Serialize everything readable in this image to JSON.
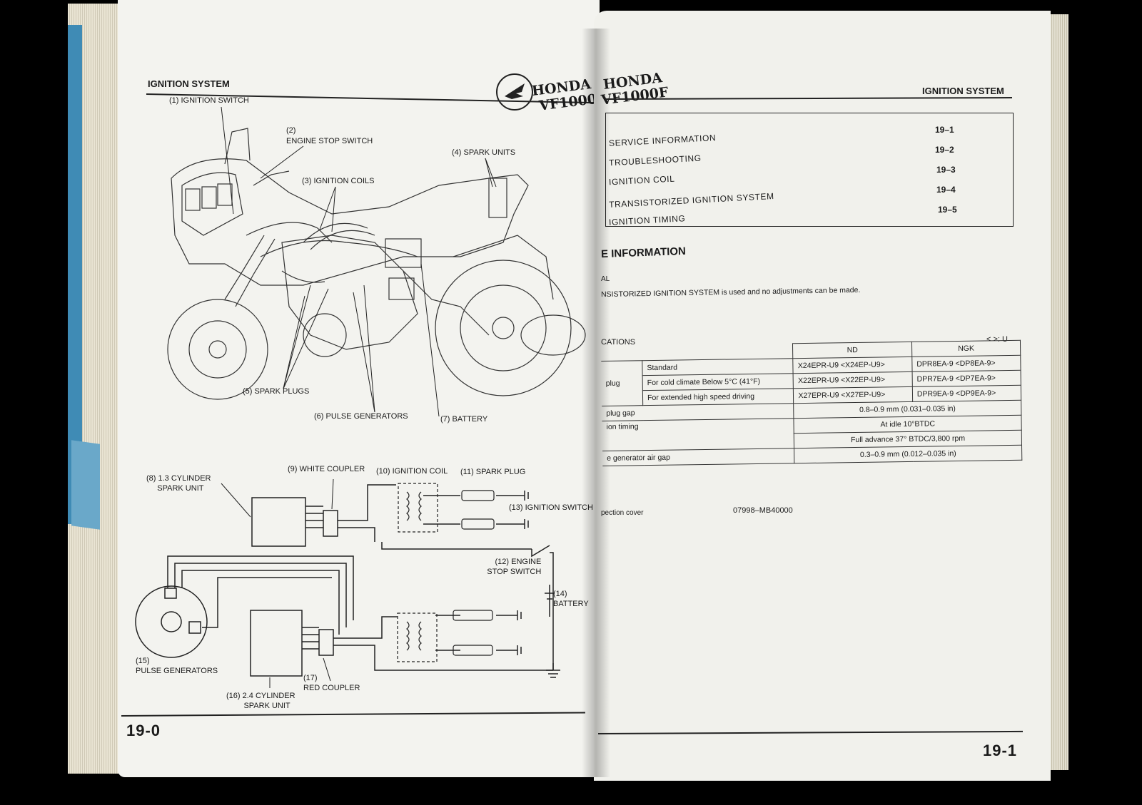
{
  "left_page": {
    "header": "IGNITION SYSTEM",
    "logo_brand": "HONDA",
    "logo_model": "VF1000F",
    "callouts": {
      "c1": "(1) IGNITION SWITCH",
      "c2a": "(2)",
      "c2b": "ENGINE STOP SWITCH",
      "c3": "(3) IGNITION COILS",
      "c4": "(4) SPARK UNITS",
      "c5": "(5) SPARK PLUGS",
      "c6": "(6) PULSE GENERATORS",
      "c7": "(7) BATTERY",
      "c8": "(8) 1.3 CYLINDER\n     SPARK UNIT",
      "c9": "(9) WHITE COUPLER",
      "c10": "(10) IGNITION COIL",
      "c11": "(11) SPARK PLUG",
      "c13": "(13) IGNITION SWITCH",
      "c12": "(12) ENGINE\n     STOP SWITCH",
      "c14": "(14)\nBATTERY",
      "c15": "(15)\nPULSE GENERATORS",
      "c16": "(16) 2.4 CYLINDER\n        SPARK UNIT",
      "c17": "(17)\nRED COUPLER"
    },
    "page_number": "19-0"
  },
  "right_page": {
    "logo_brand": "HONDA",
    "logo_model": "VF1000F",
    "header": "IGNITION SYSTEM",
    "toc": [
      {
        "label": "SERVICE INFORMATION",
        "page": "19–1"
      },
      {
        "label": "TROUBLESHOOTING",
        "page": "19–2"
      },
      {
        "label": "IGNITION COIL",
        "page": "19–3"
      },
      {
        "label": "TRANSISTORIZED IGNITION SYSTEM",
        "page": "19–4"
      },
      {
        "label": "IGNITION TIMING",
        "page": "19–5"
      }
    ],
    "section_title": "E INFORMATION",
    "general_marker": "AL",
    "general_text": "NSISTORIZED IGNITION SYSTEM is used and no adjustments can be made.",
    "spec_title": "CATIONS",
    "spec_note": "< >: U",
    "spec_cols": [
      "ND",
      "NGK"
    ],
    "spec_rows": {
      "plug_label": "plug",
      "standard": {
        "label": "Standard",
        "nd": "X24EPR-U9 <X24EP-U9>",
        "ngk": "DPR8EA-9 <DP8EA-9>"
      },
      "cold": {
        "label": "For cold climate Below 5°C (41°F)",
        "nd": "X22EPR-U9 <X22EP-U9>",
        "ngk": "DPR7EA-9 <DP7EA-9>"
      },
      "extended": {
        "label": "For extended high speed driving",
        "nd": "X27EPR-U9 <X27EP-U9>",
        "ngk": "DPR9EA-9 <DP9EA-9>"
      },
      "gap_label": "plug gap",
      "gap_value": "0.8–0.9 mm (0.031–0.035 in)",
      "timing_label": "ion timing",
      "timing_idle": "At idle 10°BTDC",
      "timing_full": "Full advance 37° BTDC/3,800 rpm",
      "air_gap_label": "e generator air gap",
      "air_gap_value": "0.3–0.9 mm (0.012–0.035 in)"
    },
    "tool_label": "pection cover",
    "tool_number": "07998–MB40000",
    "page_number": "19-1"
  }
}
